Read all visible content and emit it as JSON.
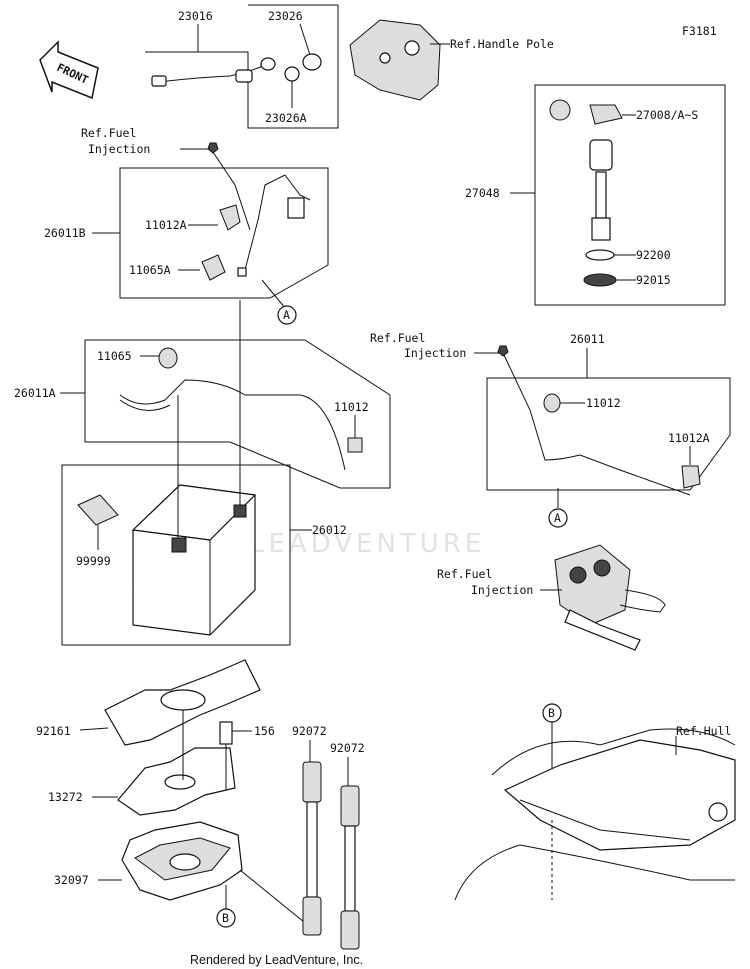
{
  "diagram": {
    "figure_id": "F3181",
    "footer": "Rendered by LeadVenture, Inc.",
    "watermark": "LEADVENTURE",
    "front_label": "FRONT",
    "parts": {
      "p23016": "23016",
      "p23026": "23026",
      "p23026A": "23026A",
      "p27008": "27008/A~S",
      "p27048": "27048",
      "p92200": "92200",
      "p92015": "92015",
      "p26011B": "26011B",
      "p11012A_top": "11012A",
      "p11065A": "11065A",
      "p11065": "11065",
      "p26011A": "26011A",
      "p11012_left": "11012",
      "p26011": "26011",
      "p11012_right": "11012",
      "p11012A_right": "11012A",
      "p99999": "99999",
      "p26012": "26012",
      "p92161": "92161",
      "p156": "156",
      "p92072a": "92072",
      "p92072b": "92072",
      "p13272": "13272",
      "p32097": "32097"
    },
    "refs": {
      "handle_pole": "Ref.Handle Pole",
      "fuel1_l1": "Ref.Fuel",
      "fuel1_l2": "Injection",
      "fuel2_l1": "Ref.Fuel",
      "fuel2_l2": "Injection",
      "fuel3_l1": "Ref.Fuel",
      "fuel3_l2": "Injection",
      "hull": "Ref.Hull"
    },
    "markers": {
      "a1": "A",
      "a2": "A",
      "b1": "B",
      "b2": "B"
    }
  }
}
